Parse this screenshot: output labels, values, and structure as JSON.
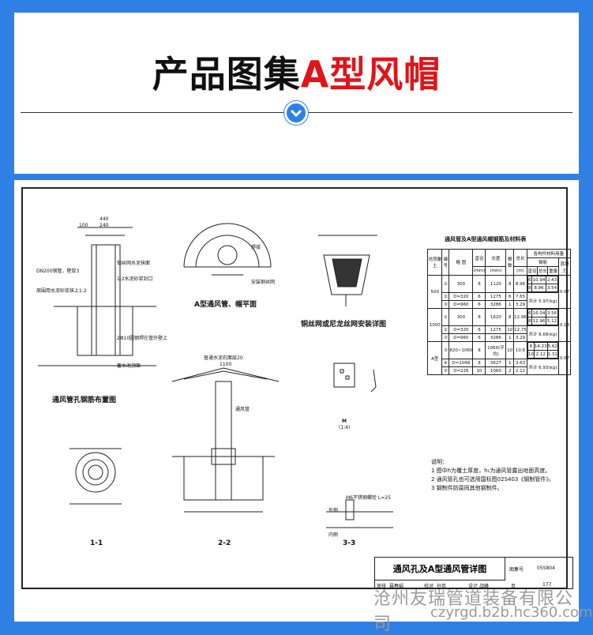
{
  "header": {
    "title_black": "产品图集",
    "title_red": "A型风帽",
    "accent_color": "#e0141a",
    "brand_color": "#2f80e4"
  },
  "drawing": {
    "captions": {
      "rebar_layout": "通风管孔钢筋布置图",
      "plan": "A型通风管、帽平面",
      "mesh_detail": "铜丝网或尼龙丝网安装详图",
      "sec11": "1-1",
      "sec22": "2-2",
      "sec33": "3-3",
      "m_label": "M",
      "m_scale": "(1:4)"
    },
    "labels": {
      "l1": "DN200钢管，壁厚3",
      "l2": "钢丝网水泥抹面",
      "l3": "1:2水泥砂浆封口",
      "l4": "周围用水泥砂浆抹上1:2",
      "l5": "2Φ10圆钢焊在管外壁上",
      "l6": "普通水泥石面层20",
      "l7": "通风管",
      "l8": "蓄水池顶面",
      "l9": "安装钢丝网",
      "l10": "焊接",
      "l11": "M6不锈钢螺栓 L=25",
      "l12": "外侧",
      "l13": "内侧",
      "d440": "440",
      "d240": "240",
      "d100": "100",
      "d1100": "1100"
    },
    "table": {
      "title": "通风管及A型通风帽钢筋及材料表",
      "headers": [
        "池顶覆土",
        "编号",
        "略 图",
        "直径",
        "长度",
        "根数",
        "总长",
        "各构件材料用量",
        "钢筋",
        "混凝土",
        "直径",
        "总长",
        "重量"
      ],
      "units": [
        "h(mm)",
        "(mm)",
        "(mm)",
        "(m)",
        "(mm)",
        "(m)",
        "(kg)",
        "(m³)"
      ],
      "groups": [
        {
          "h": "500",
          "rows": [
            [
              "①",
              "300",
              "8",
              "1120",
              "8",
              "8.96"
            ],
            [
              "②",
              "D=320",
              "6",
              "1275",
              "6",
              "7.65"
            ],
            [
              "③",
              "D=960",
              "6",
              "3286",
              "1",
              "3.29"
            ]
          ],
          "steel": [
            [
              "6",
              "10.94",
              "2.43"
            ],
            [
              "8",
              "8.96",
              "3.54"
            ]
          ],
          "total": "共计 5.97(kg)",
          "concrete": "0.07"
        },
        {
          "h": "1000",
          "rows": [
            [
              "①",
              "300",
              "8",
              "1620",
              "8",
              "12.96"
            ],
            [
              "②",
              "D=320",
              "6",
              "1275",
              "10",
              "12.75"
            ],
            [
              "③",
              "D=960",
              "6",
              "3286",
              "1",
              "3.29"
            ]
          ],
          "steel": [
            [
              "6",
              "16.04",
              "3.56"
            ],
            [
              "8",
              "12.96",
              "5.12"
            ]
          ],
          "total": "共计 8.68(kg)",
          "concrete": "0.13"
        },
        {
          "h": "A型",
          "rows": [
            [
              "③",
              "820~1060",
              "8",
              "1060(平均)",
              "10",
              "10.6"
            ],
            [
              "④",
              "D=1048",
              "8",
              "3627",
              "1",
              "3.63"
            ],
            [
              "⑤",
              "D=226",
              "10",
              "1060",
              "2",
              "2.12"
            ]
          ],
          "steel": [
            [
              "8",
              "14.23",
              "5.62"
            ],
            [
              "10",
              "2.12",
              "1.31"
            ]
          ],
          "total": "共计 6.93(kg)",
          "concrete": "0.07"
        }
      ]
    },
    "notes": {
      "title": "说明：",
      "items": [
        "1  图中h为覆土厚度，h₁为通风管露出地面高度。",
        "2  通风管孔也可选用国标图02S403《钢制管件》。",
        "3  钢制件防腐同其他钢制件。"
      ]
    },
    "title_block": {
      "name": "通风孔及A型通风管详图",
      "atlas_label": "图集号",
      "atlas_no": "05S804",
      "page_label": "页",
      "page_no": "177",
      "roles": [
        "审核",
        "聂春娟",
        "校对",
        "孙世",
        "设计",
        "战峰"
      ]
    }
  },
  "watermark": {
    "company": "沧州友瑞管道装备有限公司",
    "url": "czyrgd.b2b.hc360.com"
  }
}
